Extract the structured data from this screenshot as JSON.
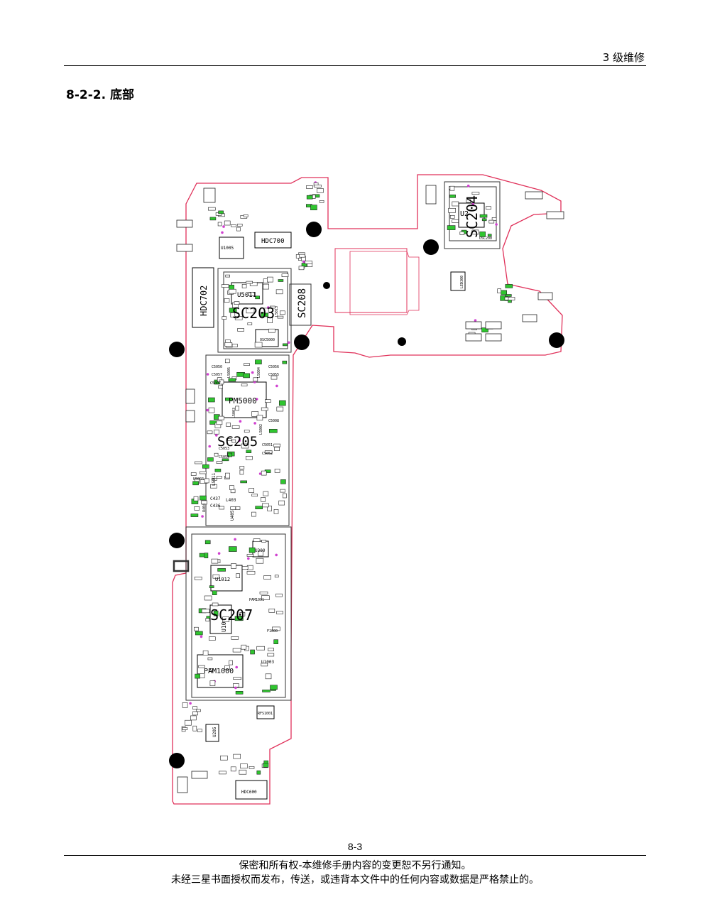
{
  "header": {
    "chapter": "3 级维修"
  },
  "section": {
    "title": "8-2-2.  底部"
  },
  "diagram": {
    "large_labels": [
      "SC203",
      "SC204",
      "SC205",
      "SC207",
      "SC208"
    ],
    "part_labels": {
      "hdc700": "HDC700",
      "hdc702": "HDC702",
      "u5011": "U5011",
      "pm5000": "PM5000",
      "pam1000": "PAM1000",
      "u1012": "U1012",
      "u1005": "U1005",
      "u300": "U300",
      "u1003": "U1003",
      "hdc600": "HDC600",
      "osc5000": "OSC5000",
      "c5050": "C5050",
      "c5057": "C5057",
      "c5007": "C5007",
      "c5056": "C5056",
      "c5055": "C5055",
      "c5008": "C5008",
      "c5051": "C5051",
      "c5052": "C5052",
      "c5053": "C5053",
      "c5054": "C5054",
      "c437": "C437",
      "c436": "C436",
      "l5011": "L5011",
      "l403": "L403",
      "u5003": "U5003",
      "u405": "U405",
      "u404": "U404",
      "u205": "U205",
      "u1001": "U10",
      "u2": "U2",
      "l5005": "L5005",
      "l5004": "L5004",
      "l5013": "L5013",
      "l5002": "L5002",
      "l5003": "L5003",
      "rfs1001": "RFS1001",
      "f1000": "F1000",
      "pam1001": "PAM1001",
      "osc200": "OSC200",
      "led300": "LED300"
    }
  },
  "page_number": "8-3",
  "footer": {
    "line1": "保密和所有权-本维修手册内容的变更恕不另行通知。",
    "line2": "未经三星书面授权而发布，传送，或违背本文件中的任何内容或数据是严格禁止的。"
  }
}
